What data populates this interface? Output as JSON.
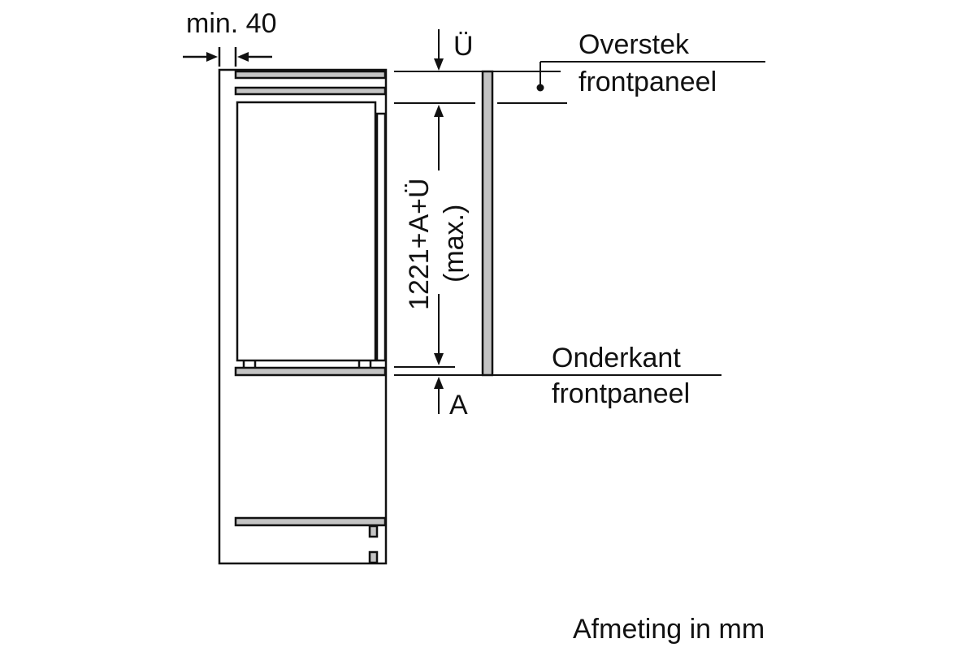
{
  "diagram": {
    "type": "built-in appliance installation dimension drawing (side view)",
    "labels": {
      "min_gap": "min. 40",
      "overhang_symbol": "Ü",
      "overhang_line1": "Overstek",
      "overhang_line2": "frontpaneel",
      "height_formula": "1221+A+Ü",
      "height_qualifier": "(max.)",
      "bottom_symbol": "A",
      "bottom_line1": "Onderkant",
      "bottom_line2": "frontpaneel",
      "units_note": "Afmeting in mm"
    },
    "colors": {
      "line": "#111111",
      "panel_fill": "#c4c4c4",
      "background": "#ffffff"
    }
  }
}
